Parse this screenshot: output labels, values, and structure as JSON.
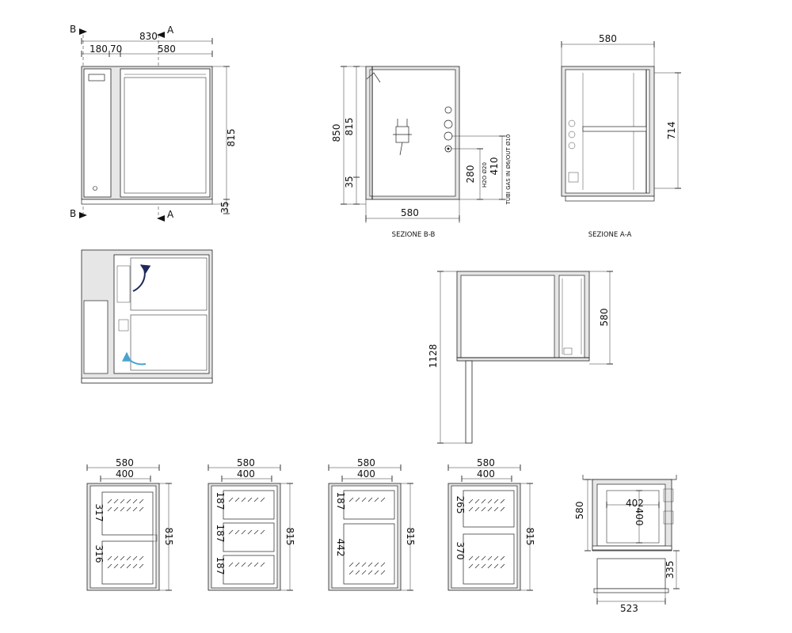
{
  "front_view": {
    "total_width": "830",
    "width_parts": [
      "180",
      "70",
      "580"
    ],
    "height": "815",
    "base": "35",
    "section_marks": [
      "B",
      "A",
      "B",
      "A"
    ]
  },
  "section_bb": {
    "caption": "SEZIONE B-B",
    "height_total": "850",
    "height_body": "815",
    "base": "35",
    "depth": "580",
    "h2o_height": "280",
    "gas_height": "410",
    "h2o_label": "H2O Ø20",
    "gas_label": "TUBI GAS IN Ø6/OUT Ø10"
  },
  "section_aa": {
    "caption": "SEZIONE A-A",
    "width": "580",
    "height": "714"
  },
  "top_view": {
    "depth": "580",
    "open_depth": "1128"
  },
  "drawer_configs": [
    {
      "width": "580",
      "inner_width": "400",
      "height": "815",
      "drawers": [
        "317",
        "316"
      ]
    },
    {
      "width": "580",
      "inner_width": "400",
      "height": "815",
      "drawers": [
        "187",
        "187",
        "187"
      ]
    },
    {
      "width": "580",
      "inner_width": "400",
      "height": "815",
      "drawers": [
        "187",
        "442"
      ]
    },
    {
      "width": "580",
      "inner_width": "400",
      "height": "815",
      "drawers": [
        "265",
        "370"
      ]
    }
  ],
  "drawer_plan": {
    "depth": "580",
    "inner_width": "402",
    "inner_depth": "400",
    "extension": "335",
    "width": "523"
  },
  "colors": {
    "airflow_hot": "#1f2a5a",
    "airflow_cold": "#4aa3cf"
  }
}
